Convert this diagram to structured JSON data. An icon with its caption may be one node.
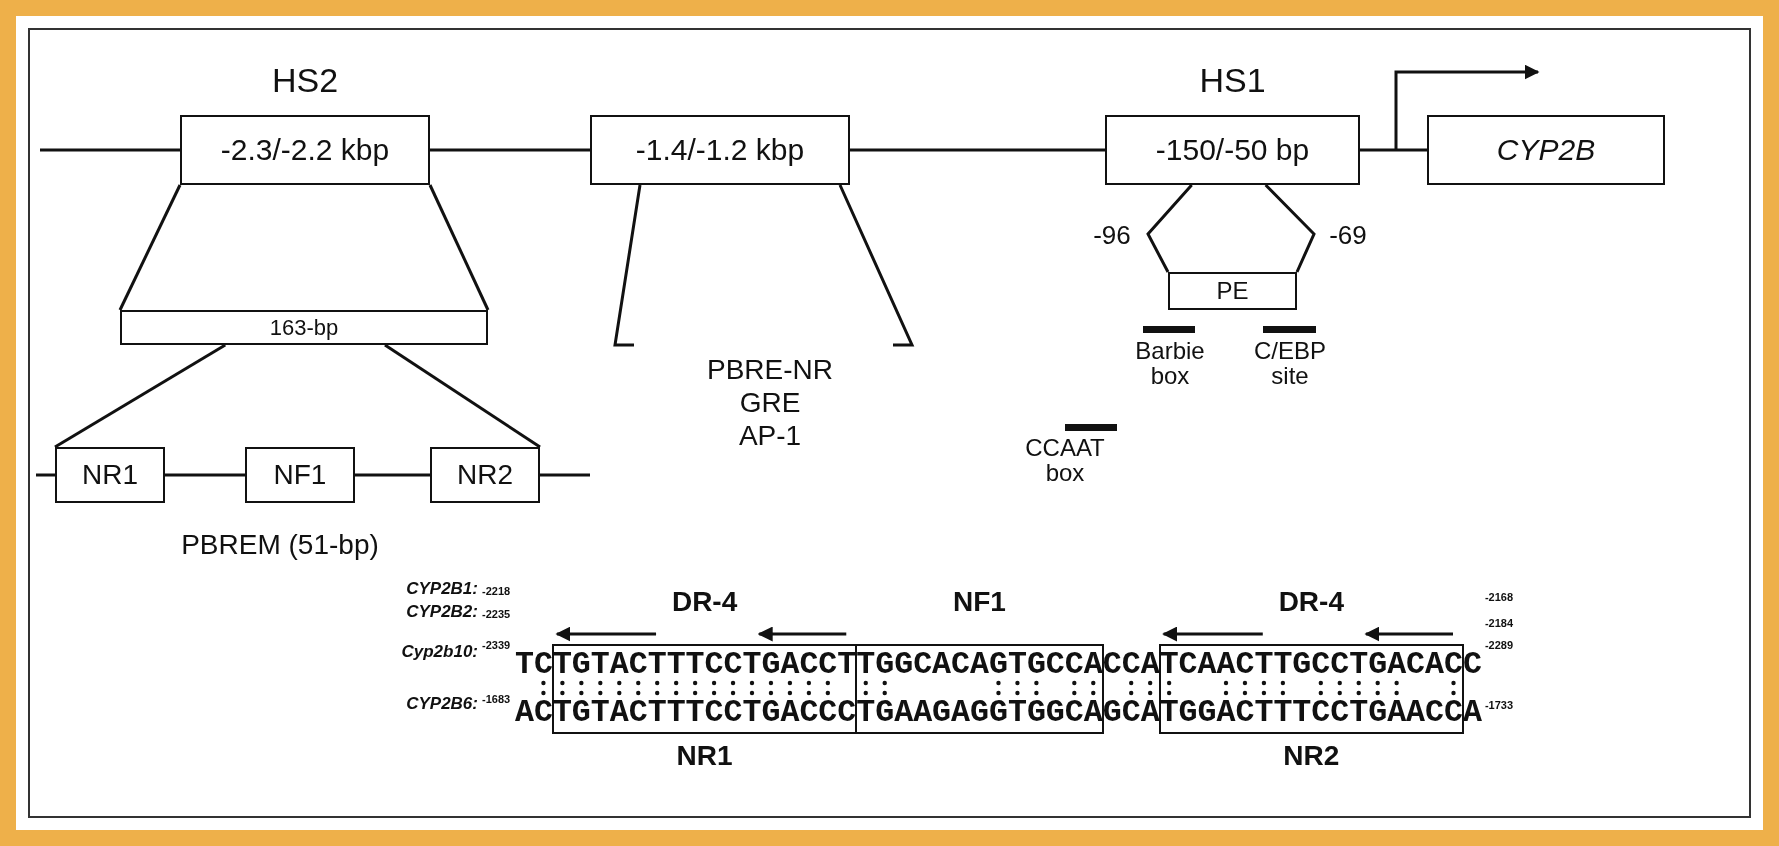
{
  "diagram": {
    "nodes": [
      {
        "text": [
          "HS2",
          "-2.3/-2.2 kbp"
        ]
      },
      {
        "text": [
          "-1.4/-1.2 kbp"
        ]
      },
      {
        "text": [
          "HS1",
          "-150/-50 bp"
        ]
      },
      {
        "text": [
          "CYP2B"
        ]
      },
      {
        "text": [
          "163-bp"
        ]
      },
      {
        "text": [
          "NR1"
        ]
      },
      {
        "text": [
          "NF1"
        ]
      },
      {
        "text": [
          "NR2"
        ]
      },
      {
        "text": [
          "PE"
        ]
      },
      {
        "text": [
          "TGTACTTTCCTGACCT",
          "TGTACTTTCCTGACCC"
        ],
        "beside": [
          "DR-4",
          "NR1"
        ]
      },
      {
        "text": [
          "TGGCACAGTGCCA",
          "TGAAGAGGTGGCA"
        ],
        "beside": [
          "NF1"
        ]
      },
      {
        "text": [
          "TCAACTTGCCTGACAC",
          "TGGACTTTCCTGAACC"
        ],
        "beside": [
          "DR-4",
          "NR2"
        ]
      }
    ],
    "edges": [
      {
        "from": 0,
        "to": 1,
        "arrow": "none"
      },
      {
        "from": 1,
        "to": 2,
        "arrow": "none"
      },
      {
        "from": 2,
        "to": 3,
        "arrow": "none"
      },
      {
        "from": 5,
        "to": 6,
        "arrow": "none"
      },
      {
        "from": 6,
        "to": 7,
        "arrow": "none"
      },
      {
        "from": 0,
        "to": 4,
        "arrow": "none"
      },
      {
        "from": 0,
        "to": 4,
        "arrow": "none"
      },
      {
        "from": 4,
        "to": 5,
        "arrow": "none"
      },
      {
        "from": 4,
        "to": 7,
        "arrow": "none"
      },
      {
        "from": 2,
        "to": 8,
        "arrow": "none"
      },
      {
        "from": 2,
        "to": 8,
        "arrow": "none"
      }
    ],
    "labels": [
      "PBRE-NR",
      "GRE",
      "AP-1",
      "-96",
      "-69",
      "Barbie box",
      "C/EBP site",
      "CCAAT box",
      "PBREM (51-bp)",
      "CYP2B1:",
      "-2218",
      "-2168",
      "CYP2B2:",
      "-2235",
      "-2184",
      "Cyp2b10:",
      "-2339",
      "TC",
      "CCA",
      "C",
      "-2289",
      "CYP2B6:",
      "-1683",
      "AC",
      "GCA",
      "A",
      "-1733"
    ]
  }
}
